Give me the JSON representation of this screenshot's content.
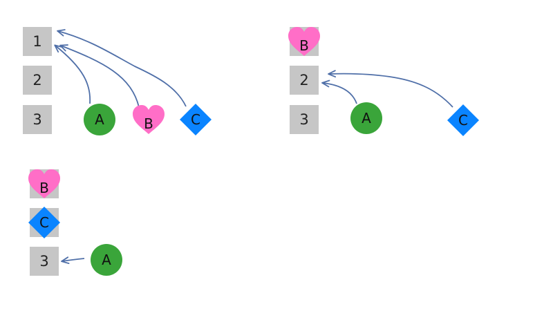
{
  "colors": {
    "slot": "#c6c6c6",
    "token_a": "#3aa53a",
    "token_b": "#ff6ec7",
    "token_c": "#0a84ff",
    "arrow": "#4f6fa8"
  },
  "scenarios": [
    {
      "slots": [
        "1",
        "2",
        "3"
      ],
      "tokens": [
        {
          "label": "A",
          "shape": "circle"
        },
        {
          "label": "B",
          "shape": "heart"
        },
        {
          "label": "C",
          "shape": "diamond"
        }
      ]
    },
    {
      "slots": [
        "2",
        "3"
      ],
      "tokens": [
        {
          "label": "B",
          "shape": "heart"
        },
        {
          "label": "A",
          "shape": "circle"
        },
        {
          "label": "C",
          "shape": "diamond"
        }
      ]
    },
    {
      "slots": [
        "3"
      ],
      "tokens": [
        {
          "label": "B",
          "shape": "heart"
        },
        {
          "label": "C",
          "shape": "diamond"
        },
        {
          "label": "A",
          "shape": "circle"
        }
      ]
    }
  ]
}
